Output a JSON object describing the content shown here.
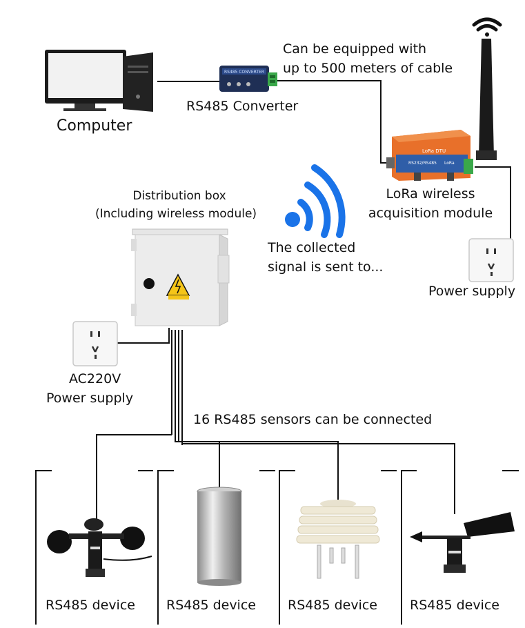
{
  "labels": {
    "computer": "Computer",
    "rs485_converter": "RS485 Converter",
    "cable_line1": "Can be equipped with",
    "cable_line2": "up to 500 meters of cable",
    "lora_line1": "LoRa wireless",
    "lora_line2": "acquisition module",
    "power_supply_right": "Power supply",
    "dist_line1": "Distribution box",
    "dist_line2": "(Including wireless module)",
    "signal_line1": "The collected",
    "signal_line2": "signal is sent to...",
    "ac_line1": "AC220V",
    "ac_line2": "Power supply",
    "sensors_note": "16 RS485 sensors can be connected"
  },
  "devices": [
    {
      "label": "RS485 device",
      "icon": "anemometer-icon"
    },
    {
      "label": "RS485 device",
      "icon": "rain-gauge-icon"
    },
    {
      "label": "RS485 device",
      "icon": "radiation-shield-sensor-icon"
    },
    {
      "label": "RS485 device",
      "icon": "wind-vane-icon"
    }
  ],
  "device_text": {
    "converter_brand": "RS485 Converter",
    "lora_top": "LoRa DTU",
    "lora_mid": "RS232/RS485",
    "lora_side": "LoRa"
  },
  "colors": {
    "line": "#111111",
    "wifi_blue": "#1a73e8",
    "lora_orange": "#e8702a",
    "lora_blue": "#2f5ea8",
    "converter_blue": "#1f3a6b",
    "terminal_green": "#3aa84a",
    "warning_yellow": "#f5c518"
  }
}
